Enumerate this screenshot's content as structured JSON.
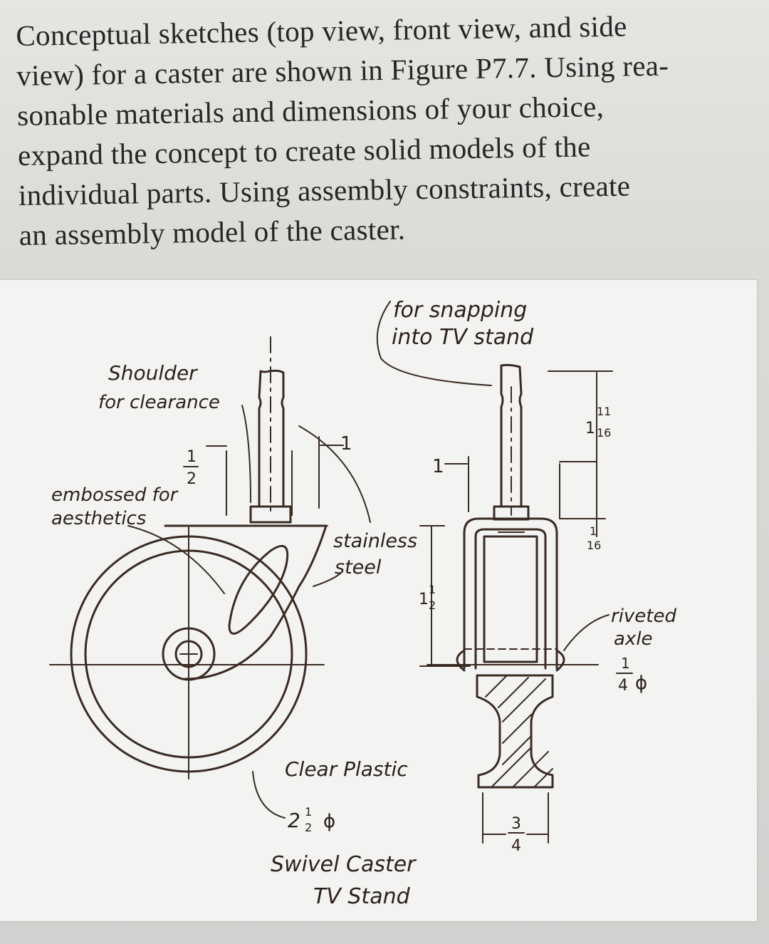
{
  "problem": {
    "lines": [
      "Conceptual sketches (top view, front view, and side",
      "view) for a caster are shown in Figure P7.7. Using rea-",
      "sonable materials and dimensions of your choice,",
      "expand the concept to create solid models of the",
      "individual parts. Using assembly constraints, create",
      "an assembly model of the caster."
    ]
  },
  "figure": {
    "annotations": {
      "snapping_line1": "for snapping",
      "snapping_line2": "into TV stand",
      "shoulder_line1": "Shoulder",
      "shoulder_line2": "for clearance",
      "embossed_line1": "embossed for",
      "embossed_line2": "aesthetics",
      "stainless_line1": "stainless",
      "stainless_line2": "steel",
      "plastic_label": "Clear Plastic",
      "plastic_dia": "2",
      "riveted_line1": "riveted",
      "riveted_line2": "axle",
      "caption_line1": "Swivel Caster",
      "caption_line2": "TV Stand"
    },
    "dimensions": {
      "shoulder_num": "1",
      "shoulder_den": "2",
      "height_whole": "1",
      "height_num": "1",
      "height_den": "2",
      "pin_whole": "1",
      "pin_num": "11",
      "pin_den": "16",
      "bracket_num": "1",
      "bracket_den": "16",
      "axle_num": "1",
      "axle_den": "4",
      "width_num": "3",
      "width_den": "4",
      "diameter_symbol": "ϕ"
    }
  }
}
